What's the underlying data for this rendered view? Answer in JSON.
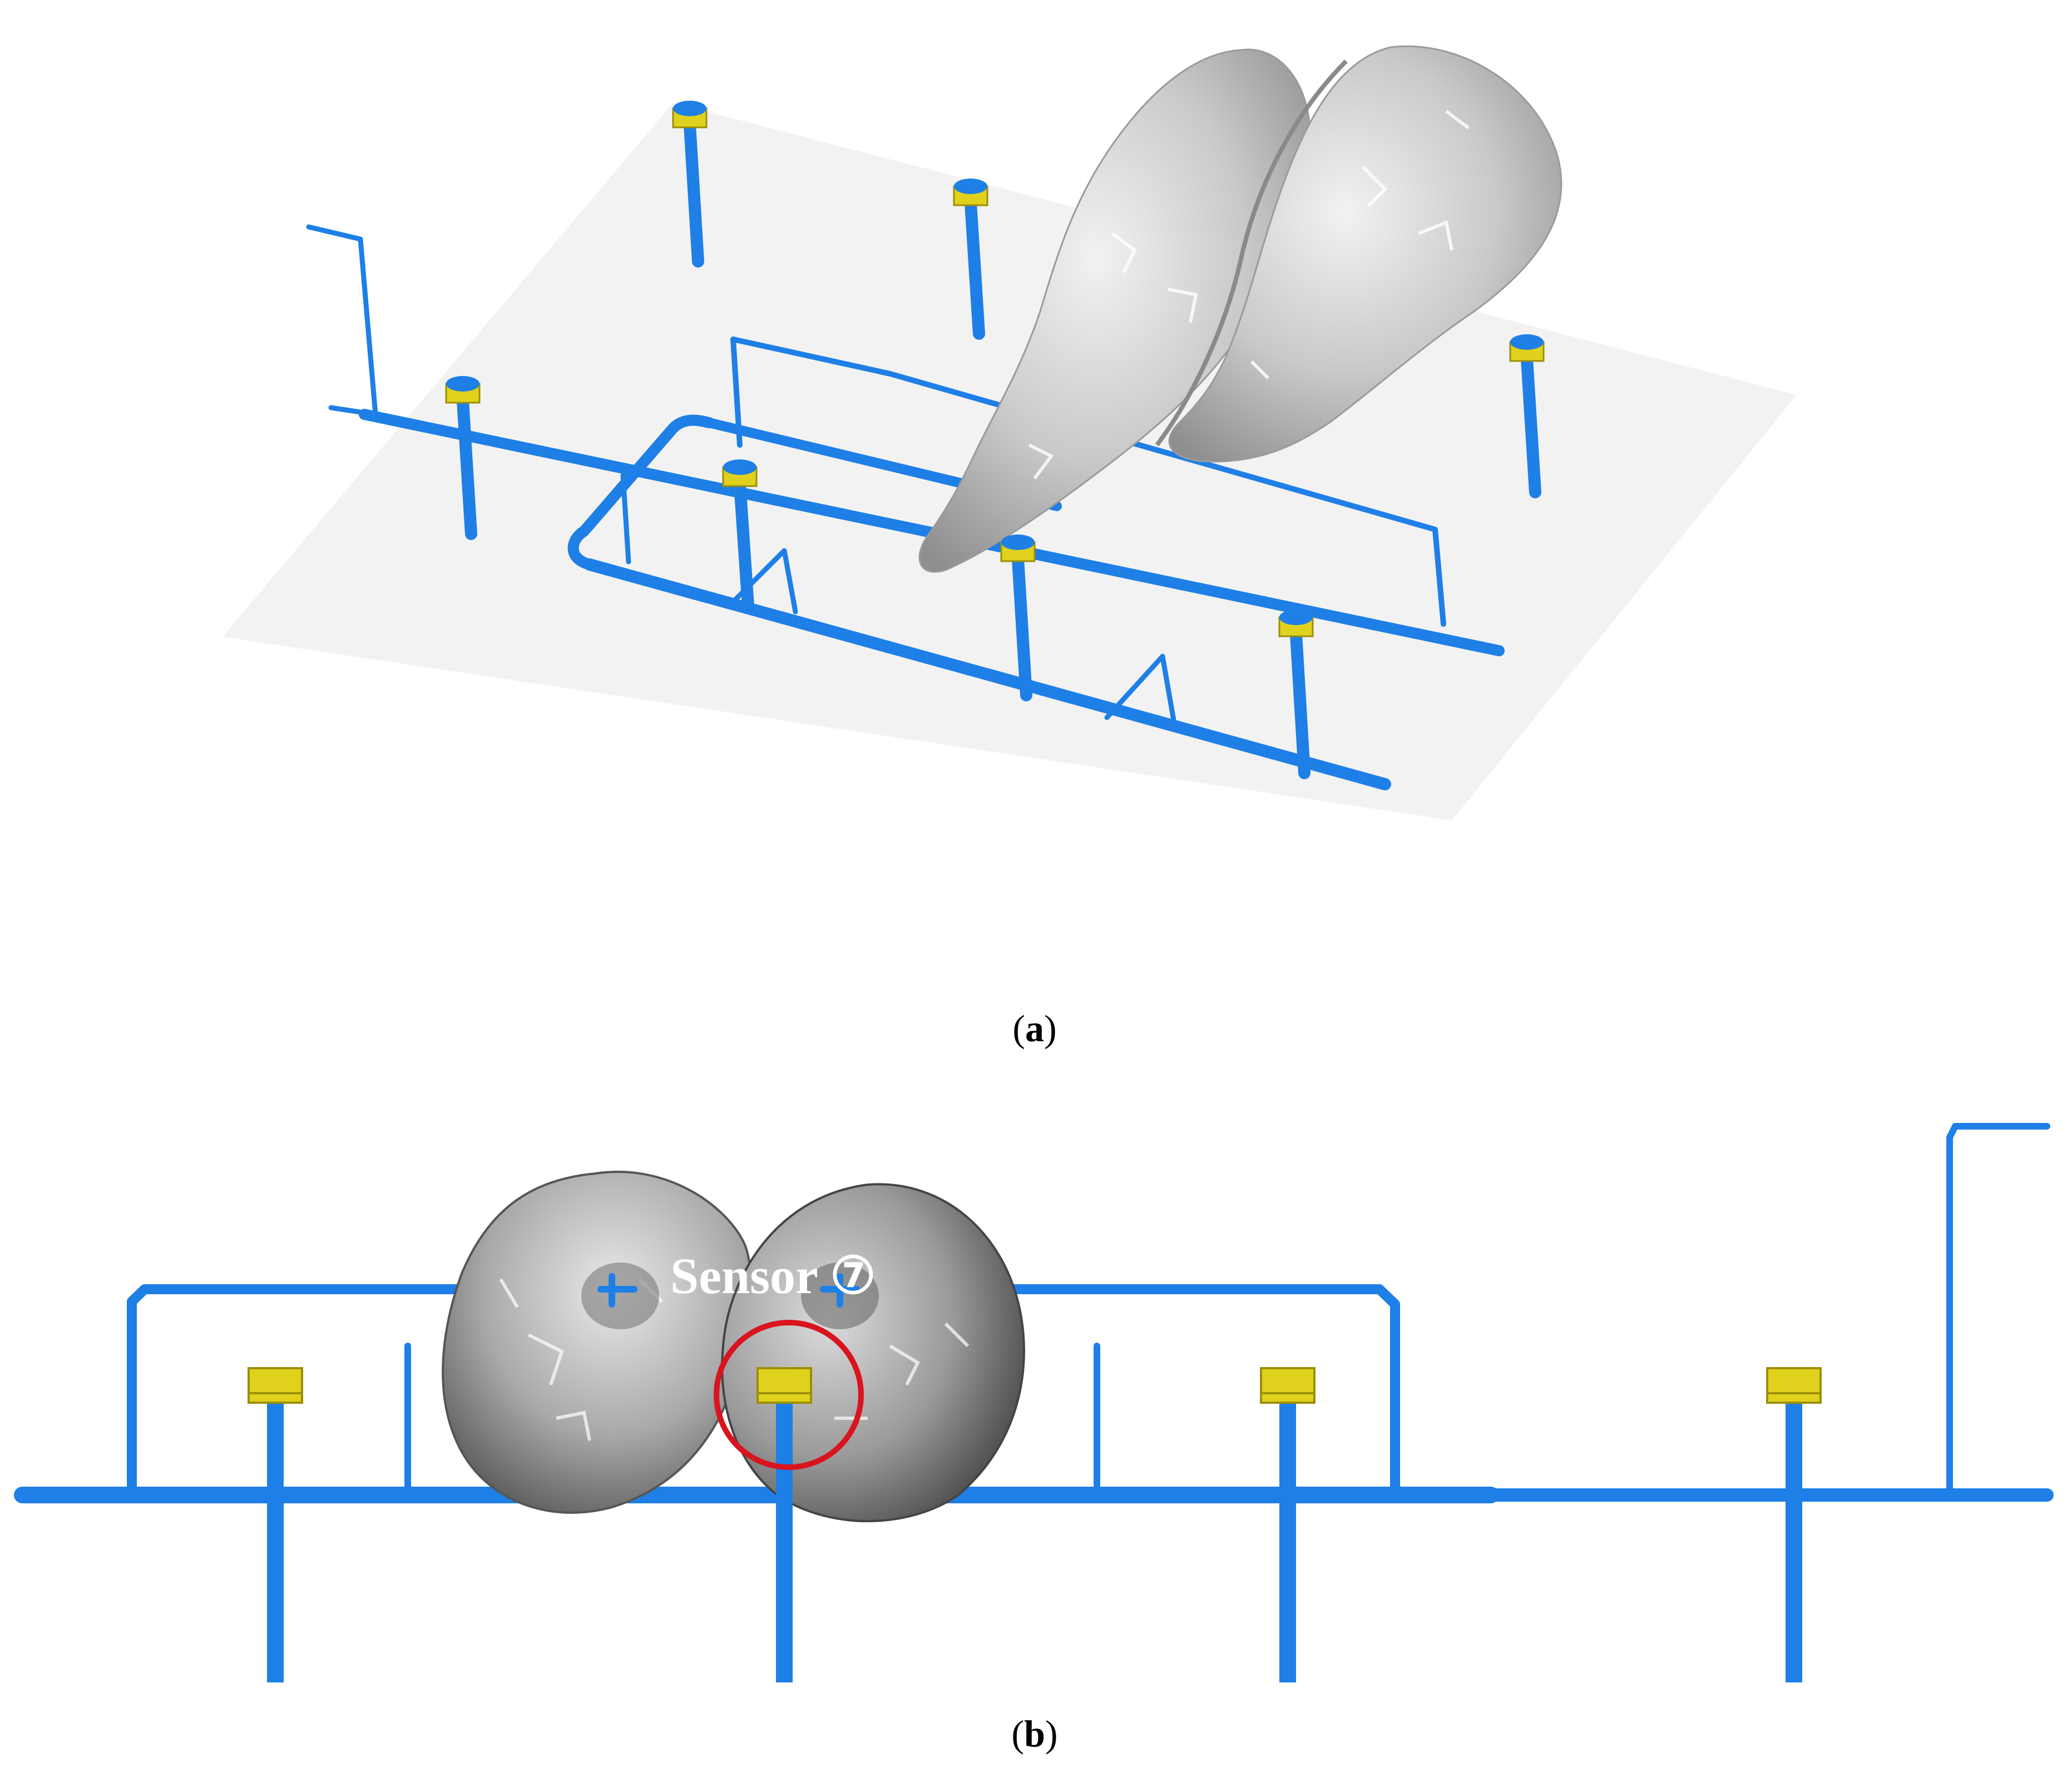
{
  "panels": [
    {
      "id": "a",
      "caption": {
        "open": "(",
        "letter": "a",
        "close": ")"
      }
    },
    {
      "id": "b",
      "caption": {
        "open": "(",
        "letter": "b",
        "close": ")"
      },
      "annotation": {
        "label": "Sensor ⑦"
      }
    }
  ],
  "colors": {
    "pipe": "#1e7fe6",
    "pipe_dark": "#0a5fc2",
    "sensor_cap": "#e0d21c",
    "sensor_cap_dark": "#9c8f06",
    "plume": "#c8c8c8",
    "ground": "#f2f2f2",
    "highlight_circle": "#d9141e"
  }
}
